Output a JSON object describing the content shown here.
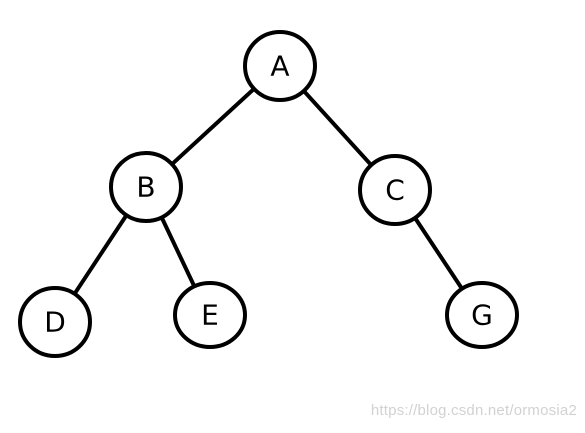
{
  "diagram": {
    "type": "binary-tree",
    "nodes": [
      {
        "id": "A",
        "label": "A"
      },
      {
        "id": "B",
        "label": "B"
      },
      {
        "id": "C",
        "label": "C"
      },
      {
        "id": "D",
        "label": "D"
      },
      {
        "id": "E",
        "label": "E"
      },
      {
        "id": "G",
        "label": "G"
      }
    ],
    "edges": [
      {
        "from": "A",
        "to": "B"
      },
      {
        "from": "A",
        "to": "C"
      },
      {
        "from": "B",
        "to": "D"
      },
      {
        "from": "B",
        "to": "E"
      },
      {
        "from": "C",
        "to": "G"
      }
    ]
  },
  "watermark": "https://blog.csdn.net/ormosia2"
}
